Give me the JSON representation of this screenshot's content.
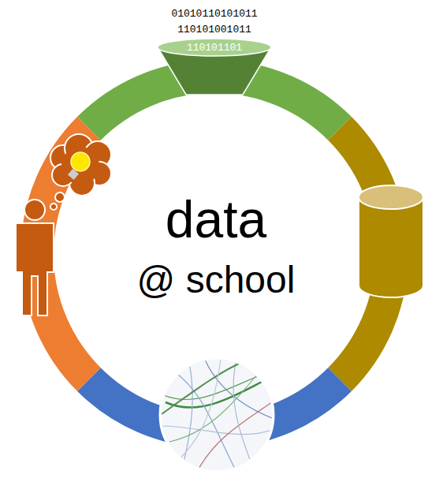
{
  "diagram": {
    "nodes": [
      {
        "text": [
          "110101101"
        ]
      }
    ],
    "labels": [
      "01010110101011",
      "110101001011",
      "data",
      "@ school"
    ]
  }
}
